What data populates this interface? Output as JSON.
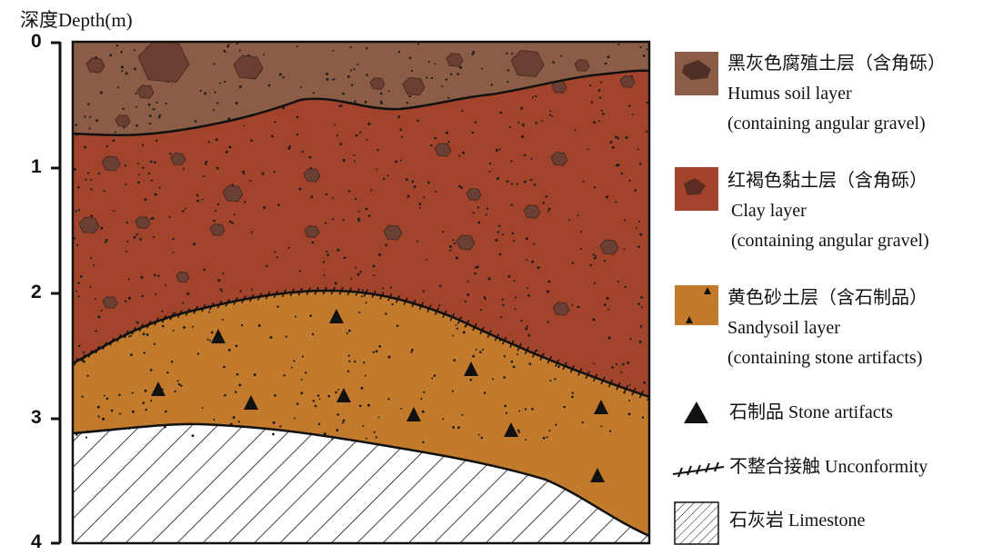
{
  "axis": {
    "label": "深度Depth(m)",
    "ticks": [
      "0",
      "1",
      "2",
      "3",
      "4"
    ]
  },
  "colors": {
    "humus": "#8b5d47",
    "clay": "#a2442b",
    "sand": "#c27a2c",
    "gravel": "#5e3a2e",
    "limestone_bg": "#ffffff"
  },
  "legend": [
    {
      "cn": "黑灰色腐殖土层（含角砾）",
      "en": "Humus soil layer",
      "note": "(containing angular gravel)"
    },
    {
      "cn": "红褐色黏土层（含角砾）",
      "en": "Clay layer",
      "note": "(containing angular gravel)"
    },
    {
      "cn": "黄色砂土层（含石制品）",
      "en": "Sandysoil layer",
      "note": "(containing stone artifacts)"
    },
    {
      "label": "石制品 Stone artifacts"
    },
    {
      "label": "不整合接触 Unconformity"
    },
    {
      "label": "石灰岩 Limestone"
    }
  ]
}
